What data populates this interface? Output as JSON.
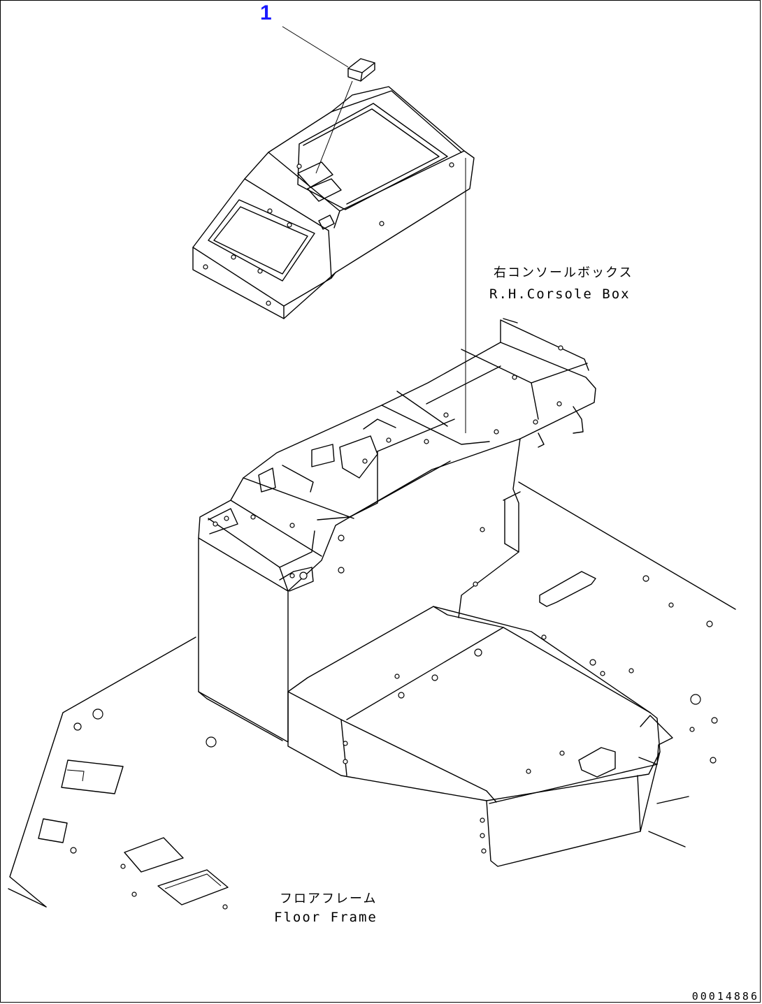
{
  "callout": {
    "number": "1"
  },
  "labels": {
    "console_box_jp": "右コンソールボックス",
    "console_box_en": "R.H.Corsole Box",
    "floor_frame_jp": "フロアフレーム",
    "floor_frame_en": "Floor Frame"
  },
  "drawing_id": "00014886",
  "colors": {
    "callout": "#1a1aff",
    "lines": "#000000",
    "background": "#ffffff"
  }
}
